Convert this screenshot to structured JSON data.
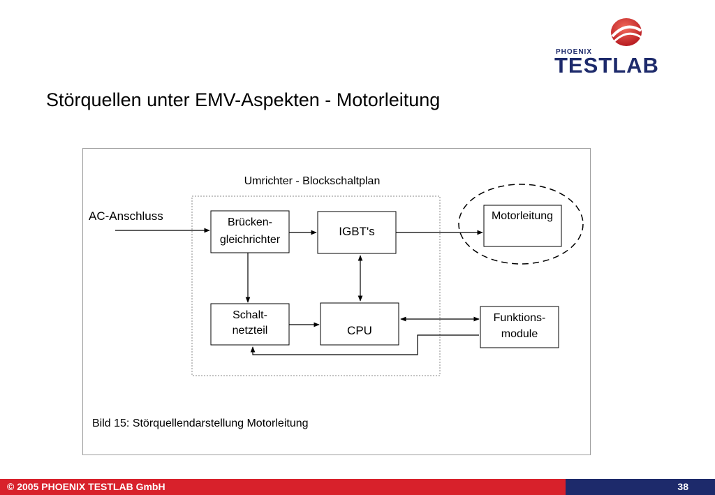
{
  "logo": {
    "small": "PHOENIX",
    "big": "TESTLAB"
  },
  "title": "Störquellen unter EMV-Aspekten - Motorleitung",
  "diagram": {
    "heading": "Umrichter - Blockschaltplan",
    "ac_label": "AC-Anschluss",
    "blocks": {
      "rectifier": [
        "Brücken-",
        "gleichrichter"
      ],
      "igbt": "IGBT's",
      "motor": "Motorleitung",
      "psu": [
        "Schalt-",
        "netzteil"
      ],
      "cpu": "CPU",
      "modules": [
        "Funktions-",
        "module"
      ]
    },
    "caption": "Bild 15: Störquellendarstellung Motorleitung"
  },
  "footer": {
    "copyright": "© 2005 PHOENIX TESTLAB GmbH",
    "page": "38"
  },
  "colors": {
    "brand_red": "#d8212b",
    "brand_blue": "#1d2a6b"
  }
}
